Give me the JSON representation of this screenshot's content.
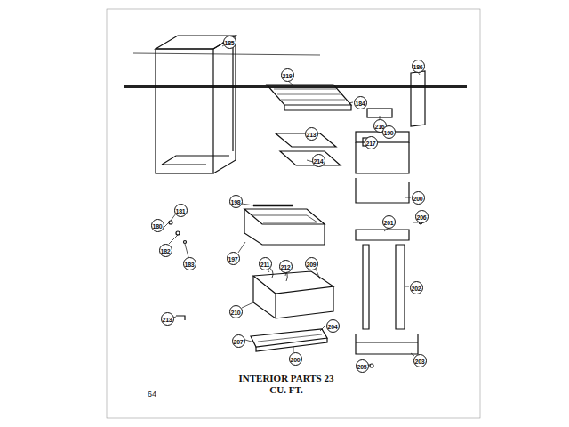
{
  "diagram": {
    "title": "INTERIOR PARTS 23 CU. FT.",
    "labels": [
      "185",
      "219",
      "186",
      "184",
      "216",
      "213",
      "217",
      "190",
      "214",
      "200",
      "198",
      "181",
      "180",
      "182",
      "183",
      "197",
      "211",
      "212",
      "209",
      "201",
      "206",
      "202",
      "210",
      "213",
      "204",
      "207",
      "200",
      "205",
      "203",
      "64"
    ]
  }
}
